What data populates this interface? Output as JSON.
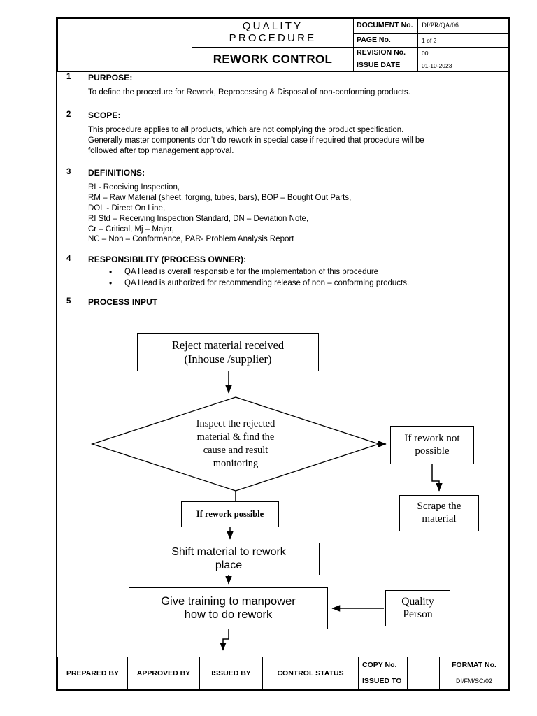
{
  "header": {
    "title_line1": "QUALITY",
    "title_line2": "PROCEDURE",
    "doc_title": "REWORK CONTROL",
    "fields": [
      {
        "label": "DOCUMENT No.",
        "value": "DI/PR/QA/06"
      },
      {
        "label": "PAGE No.",
        "value": "1 of 2"
      },
      {
        "label": "REVISION No.",
        "value": "00"
      },
      {
        "label": "ISSUE DATE",
        "value": "01-10-2023"
      }
    ]
  },
  "sections": [
    {
      "num": "1",
      "heading": "PURPOSE:",
      "lines": [
        "To define the procedure for Rework, Reprocessing & Disposal of non-conforming products."
      ]
    },
    {
      "num": "2",
      "heading": "SCOPE:",
      "lines": [
        "This procedure applies to all products, which are not complying the product specification.",
        "Generally master components don’t do rework in special case if required that procedure will be",
        "followed after top management approval."
      ]
    },
    {
      "num": "3",
      "heading": "DEFINITIONS:",
      "lines": [
        "RI - Receiving Inspection,",
        "RM – Raw Material (sheet, forging, tubes, bars), BOP – Bought Out Parts,",
        "DOL - Direct On Line,",
        "RI Std – Receiving Inspection Standard, DN – Deviation Note,",
        "Cr – Critical, Mj – Major,",
        "NC – Non – Conformance, PAR- Problem Analysis Report"
      ]
    },
    {
      "num": "4",
      "heading": "RESPONSIBILITY (PROCESS OWNER):",
      "bullets": [
        "QA Head is overall responsible for the implementation of this procedure",
        "QA Head is authorized for recommending release of non – conforming products."
      ]
    },
    {
      "num": "5",
      "heading": "PROCESS INPUT"
    }
  ],
  "flowchart": {
    "reject_line1": "Reject material received",
    "reject_line2": "(Inhouse /supplier)",
    "decision_line1": "Inspect the rejected",
    "decision_line2": "material & find the",
    "decision_line3": "cause and result",
    "decision_line4": "monitoring",
    "rework_not_line1": "If rework not",
    "rework_not_line2": "possible",
    "scrape_line1": "Scrape the",
    "scrape_line2": "material",
    "if_rework_possible": "If rework possible",
    "shift_line1": "Shift material to rework",
    "shift_line2": "place",
    "training_line1": "Give training to manpower",
    "training_line2": "how to do rework",
    "quality_line1": "Quality",
    "quality_line2": "Person"
  },
  "footer": {
    "prepared_by": "PREPARED BY",
    "approved_by": "APPROVED BY",
    "issued_by": "ISSUED BY",
    "control_status": "CONTROL STATUS",
    "copy_no_label": "COPY No.",
    "copy_no_value": "",
    "issued_to_label": "ISSUED TO",
    "issued_to_value": "",
    "format_no_label": "FORMAT No.",
    "format_no_value": "DI/FM/SC/02"
  },
  "colors": {
    "ink": "#000000",
    "paper": "#ffffff"
  }
}
